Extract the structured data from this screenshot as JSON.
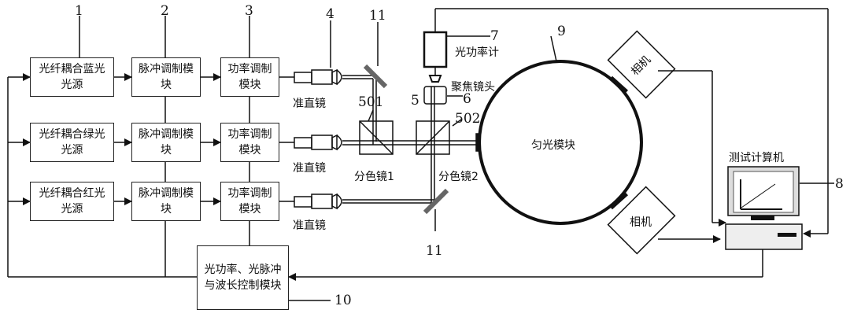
{
  "sources": [
    {
      "name": "光纤耦合蓝光光源"
    },
    {
      "name": "光纤耦合绿光光源"
    },
    {
      "name": "光纤耦合红光光源"
    }
  ],
  "pulse_module": "脉冲调制模块",
  "power_module": "功率调制模块",
  "collimator": "准直镜",
  "dichroic_1": "分色镜1",
  "dichroic_2": "分色镜2",
  "power_meter": "光功率计",
  "focus_lens": "聚焦镜头",
  "integrating_module": "匀光模块",
  "camera": "相机",
  "computer": "测试计算机",
  "controller": "光功率、光脉冲与波长控制模块",
  "numbers": {
    "n1": "1",
    "n2": "2",
    "n3": "3",
    "n4": "4",
    "n5": "5",
    "n6": "6",
    "n7": "7",
    "n8": "8",
    "n9": "9",
    "n10": "10",
    "n11a": "11",
    "n11b": "11",
    "n501": "501",
    "n502": "502"
  }
}
